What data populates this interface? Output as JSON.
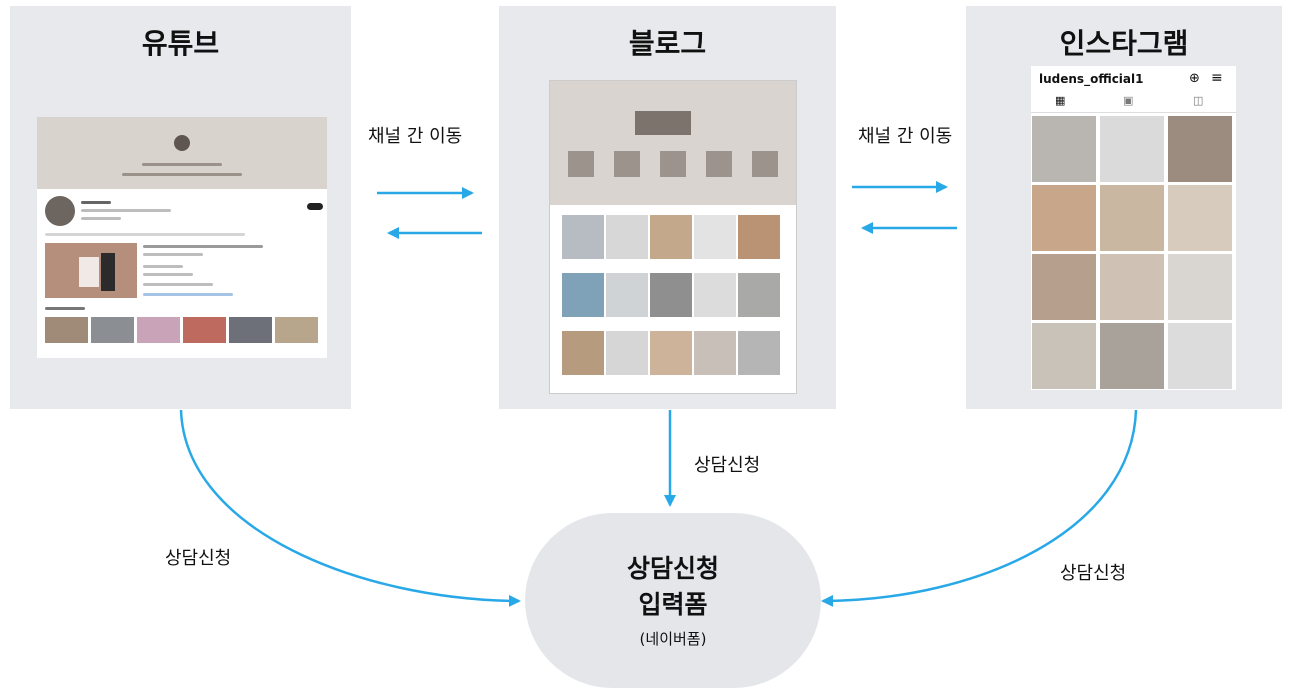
{
  "panels": {
    "youtube": {
      "title": "유튜브"
    },
    "blog": {
      "title": "블로그"
    },
    "instagram": {
      "title": "인스타그램",
      "account_name": "ludens_official1"
    }
  },
  "edges": {
    "channel_move_left": "채널 간 이동",
    "channel_move_right": "채널 간 이동",
    "consult_youtube": "상담신청",
    "consult_blog": "상담신청",
    "consult_instagram": "상담신청"
  },
  "target": {
    "line1": "상담신청",
    "line2": "입력폼",
    "sub": "(네이버폼)"
  },
  "colors": {
    "arrow": "#29a8e8",
    "panel_bg": "#e7e9ec",
    "bubble_bg": "#e4e6ea"
  }
}
